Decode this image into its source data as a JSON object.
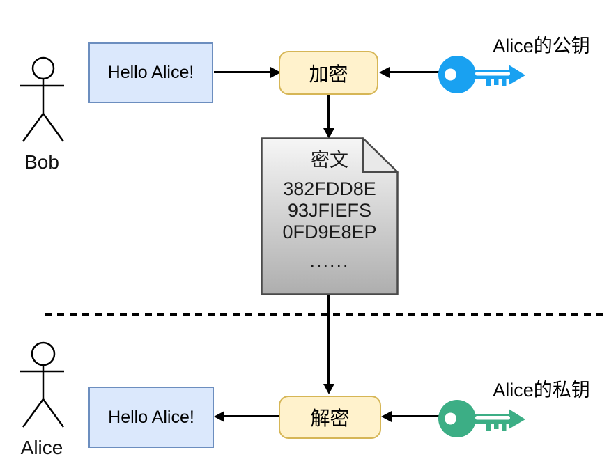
{
  "diagram": {
    "top": {
      "actor": "Bob",
      "message": "Hello Alice!",
      "process": "加密",
      "key_label": "Alice的公钥"
    },
    "bottom": {
      "actor": "Alice",
      "message": "Hello Alice!",
      "process": "解密",
      "key_label": "Alice的私钥"
    },
    "cipher_doc": {
      "title": "密文",
      "lines": [
        "382FDD8E",
        "93JFIEFS",
        "0FD9E8EP"
      ],
      "ellipsis": "......"
    },
    "colors": {
      "public_key": "#19a1f1",
      "private_key": "#3cae85",
      "message_fill": "#dbe8fc",
      "message_border": "#6c8ebf",
      "process_fill": "#fff2cc",
      "process_border": "#d6b656",
      "doc_fill_top": "#f6f6f6",
      "doc_fill_bottom": "#aeaeae",
      "doc_border": "#4a4a4a",
      "line_color": "#000000"
    }
  }
}
